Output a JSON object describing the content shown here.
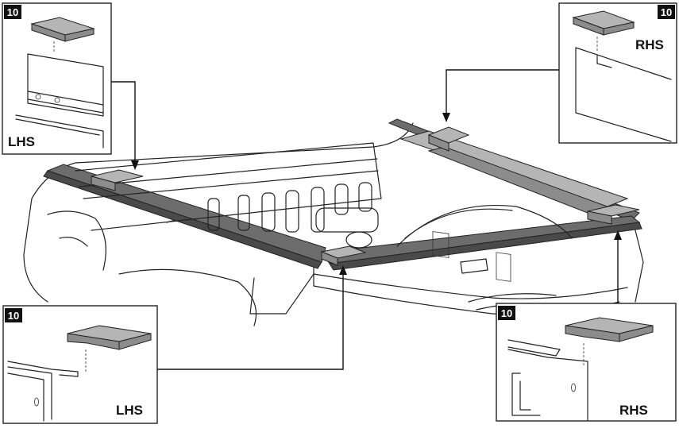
{
  "callouts": {
    "top_left": {
      "badge": "10",
      "side": "LHS"
    },
    "top_right": {
      "badge": "10",
      "side": "RHS"
    },
    "bottom_left": {
      "badge": "10",
      "side": "LHS"
    },
    "bottom_right": {
      "badge": "10",
      "side": "RHS"
    }
  },
  "colors": {
    "badge_bg": "#111111",
    "rail_grey": "#6d6d6d",
    "clamp_grey": "#8c8c8c"
  },
  "icons": {
    "clamp": "clamp-bracket-icon",
    "rail": "bed-rail-icon"
  }
}
